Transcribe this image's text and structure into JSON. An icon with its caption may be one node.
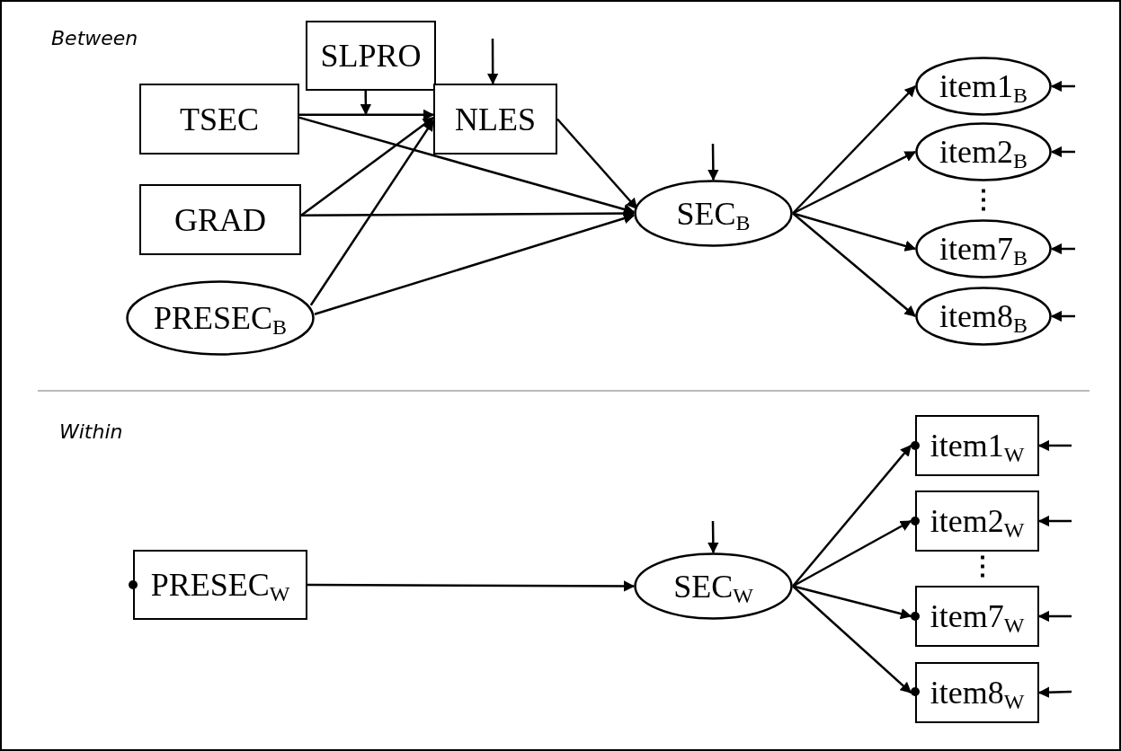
{
  "diagram": {
    "nodes": [
      {
        "text": [
          "Between"
        ]
      },
      {
        "text": [
          "TSEC"
        ],
        "in": 0
      },
      {
        "text": [
          "SLPRO"
        ],
        "in": 0
      },
      {
        "text": [
          "NLES"
        ],
        "in": 0
      },
      {
        "text": [
          "GRAD"
        ],
        "in": 0
      },
      {
        "text": [
          "PRESEC$_{B}$"
        ],
        "in": 0
      },
      {
        "text": [
          "SEC$_{B}$"
        ],
        "in": 0
      },
      {
        "text": [
          "item1$_{B}$"
        ],
        "in": 0
      },
      {
        "text": [
          "item2$_{B}$"
        ],
        "in": 0
      },
      {
        "text": [
          "item7$_{B}$"
        ],
        "in": 0
      },
      {
        "text": [
          "item8$_{B}$"
        ],
        "in": 0
      },
      {
        "text": [
          "Within"
        ]
      },
      {
        "text": [
          "PRESEC$_{W}$"
        ],
        "in": 11
      },
      {
        "text": [
          "SEC$_{W}$"
        ],
        "in": 11
      },
      {
        "text": [
          "item1$_{W}$"
        ],
        "in": 11
      },
      {
        "text": [
          "item2$_{W}$"
        ],
        "in": 11
      },
      {
        "text": [
          "item7$_{W}$"
        ],
        "in": 11
      },
      {
        "text": [
          "item8$_{W}$"
        ],
        "in": 11
      },
      {
        "text": [],
        "shape": "dot",
        "in": 11
      },
      {
        "text": [],
        "shape": "dot",
        "in": 11
      },
      {
        "text": [],
        "shape": "dot",
        "in": 11
      },
      {
        "text": [],
        "shape": "dot",
        "in": 11
      },
      {
        "text": [],
        "shape": "dot",
        "in": 11
      }
    ],
    "edges": [
      {
        "from": 1,
        "to": 3,
        "arrow": "to"
      },
      {
        "from": 2,
        "to": null,
        "arrow": "to"
      },
      {
        "from": 4,
        "to": 3,
        "arrow": "to"
      },
      {
        "from": 5,
        "to": 3,
        "arrow": "to"
      },
      {
        "from": 1,
        "to": 6,
        "arrow": "to"
      },
      {
        "from": 3,
        "to": 6,
        "arrow": "to"
      },
      {
        "from": 4,
        "to": 6,
        "arrow": "to"
      },
      {
        "from": 5,
        "to": 6,
        "arrow": "to"
      },
      {
        "from": null,
        "to": 3,
        "arrow": "to"
      },
      {
        "from": null,
        "to": 6,
        "arrow": "to"
      },
      {
        "from": 6,
        "to": 7,
        "arrow": "to"
      },
      {
        "from": 6,
        "to": 8,
        "arrow": "to"
      },
      {
        "from": 6,
        "to": 9,
        "arrow": "to"
      },
      {
        "from": 6,
        "to": 10,
        "arrow": "to"
      },
      {
        "from": null,
        "to": 7,
        "arrow": "to"
      },
      {
        "from": null,
        "to": 8,
        "arrow": "to"
      },
      {
        "from": null,
        "to": 9,
        "arrow": "to"
      },
      {
        "from": null,
        "to": 10,
        "arrow": "to"
      },
      {
        "from": 12,
        "to": 13,
        "arrow": "to"
      },
      {
        "from": null,
        "to": 13,
        "arrow": "to"
      },
      {
        "from": 13,
        "to": 14,
        "arrow": "to"
      },
      {
        "from": 13,
        "to": 15,
        "arrow": "to"
      },
      {
        "from": 13,
        "to": 16,
        "arrow": "to"
      },
      {
        "from": 13,
        "to": 17,
        "arrow": "to"
      },
      {
        "from": null,
        "to": 14,
        "arrow": "to"
      },
      {
        "from": null,
        "to": 15,
        "arrow": "to"
      },
      {
        "from": null,
        "to": 16,
        "arrow": "to"
      },
      {
        "from": null,
        "to": 17,
        "arrow": "to"
      }
    ],
    "labels": [
      "⋮",
      "⋮"
    ]
  }
}
